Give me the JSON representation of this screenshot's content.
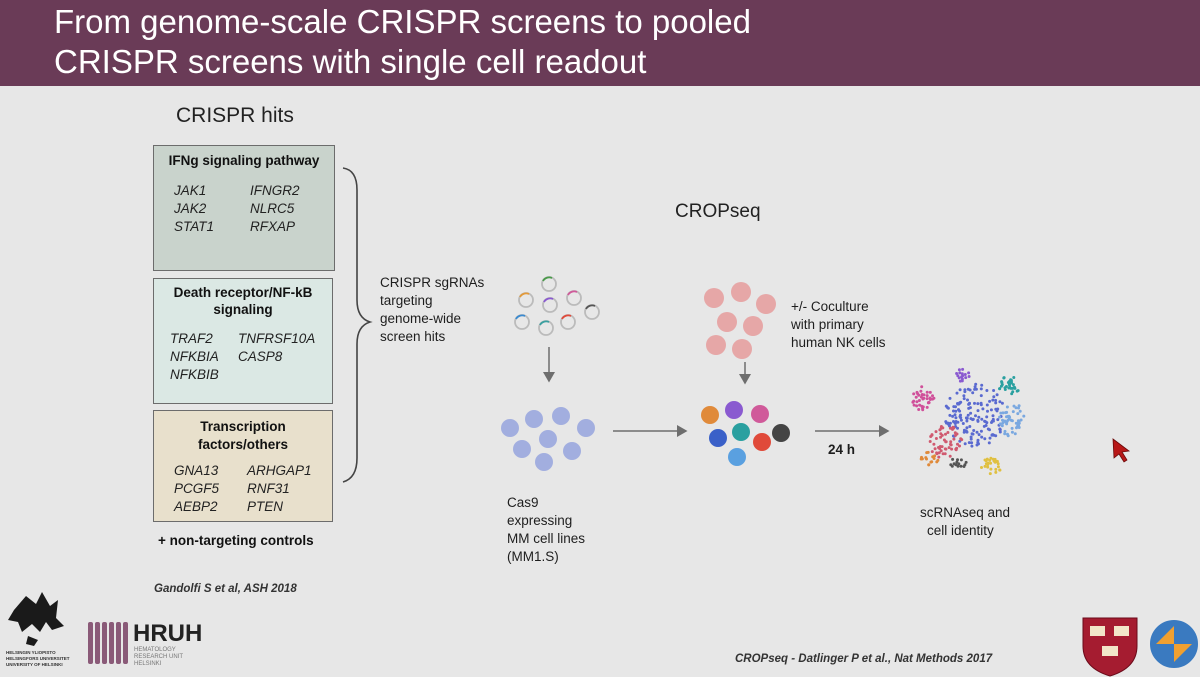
{
  "title": {
    "line1": "From genome-scale CRISPR screens to pooled",
    "line2": "CRISPR screens with single cell readout"
  },
  "hits_heading": "CRISPR hits",
  "groups": [
    {
      "title": "IFNg signaling pathway",
      "genes": [
        "JAK1",
        "IFNGR2",
        "JAK2",
        "NLRC5",
        "STAT1",
        "RFXAP"
      ]
    },
    {
      "title_line1": "Death receptor/NF-kB",
      "title_line2": "signaling",
      "genes": [
        "TRAF2",
        "TNFRSF10A",
        "NFKBIA",
        "CASP8",
        "NFKBIB"
      ]
    },
    {
      "title_line1": "Transcription",
      "title_line2": "factors/others",
      "genes": [
        "GNA13",
        "ARHGAP1",
        "PCGF5",
        "RNF31",
        "AEBP2",
        "PTEN"
      ]
    }
  ],
  "non_targeting": "+ non-targeting controls",
  "citation_left": "Gandolfi S et al, ASH 2018",
  "sgrna_label": [
    "CRISPR sgRNAs",
    "targeting",
    "genome-wide",
    "screen hits"
  ],
  "cropseq_heading": "CROPseq",
  "coculture_label": [
    "+/- Coculture",
    "with primary",
    "human NK cells"
  ],
  "cas9_label": [
    "Cas9",
    "expressing",
    "MM cell lines",
    "(MM1.S)"
  ],
  "time_label": "24 h",
  "scrnaseq_label": [
    "scRNAseq and",
    "cell identity"
  ],
  "citation_right": "CROPseq - Datlinger P et al., Nat Methods 2017",
  "logos": {
    "hruh": "HRUH",
    "hruh_sub": [
      "HEMATOLOGY",
      "RESEARCH UNIT",
      "HELSINKI"
    ],
    "helsinki_sub": [
      "HELSINGIN YLIOPISTO",
      "HELSINGFORS UNIVERSITET",
      "UNIVERSITY OF HELSINKI"
    ]
  },
  "colors": {
    "title_bar": "#6a3b57",
    "box_ifng": "#c9d3cc",
    "box_death": "#dbe8e4",
    "box_tf": "#e8e0cc",
    "cas9_cells": "#8b9bdc",
    "nk_cells": "#e58c8c",
    "hruh_bars": "#8a5a78"
  }
}
